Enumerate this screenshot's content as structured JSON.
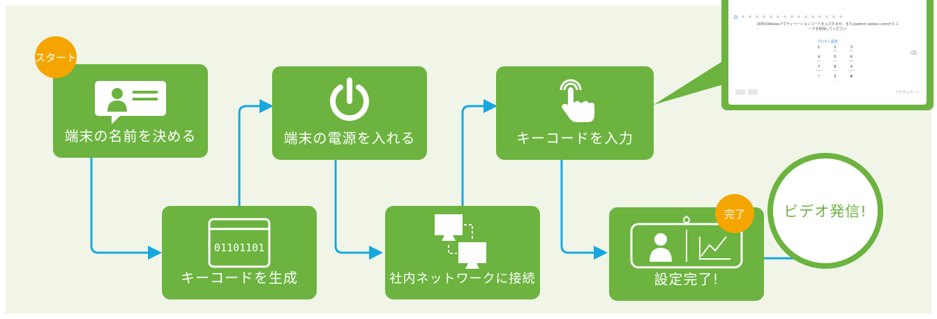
{
  "badges": {
    "start": "スタート",
    "done": "完了"
  },
  "steps": [
    {
      "label": "端末の名前を決める",
      "icon": "id-card-speech-bubble-icon"
    },
    {
      "label": "キーコードを生成",
      "icon": "code-window-icon",
      "code": "01101101"
    },
    {
      "label": "端末の電源を入れる",
      "icon": "power-icon"
    },
    {
      "label": "社内ネットワークに接続",
      "icon": "network-monitors-icon"
    },
    {
      "label": "キーコードを入力",
      "icon": "touch-hand-icon"
    },
    {
      "label": "設定完了!",
      "icon": "video-screen-icon"
    }
  ],
  "final": {
    "label": "ビデオ発信!"
  },
  "screen": {
    "instruction": "16桁のWebexアクティベーションコードを入力するか、またはadmin.webex.comからコードを取得してください",
    "link": "プロキシ設定",
    "keys": [
      {
        "num": "1",
        "sub": ""
      },
      {
        "num": "2",
        "sub": "ABC"
      },
      {
        "num": "3",
        "sub": "DEF"
      },
      {
        "num": "4",
        "sub": "GHI"
      },
      {
        "num": "5",
        "sub": "JKL"
      },
      {
        "num": "6",
        "sub": "MNO"
      },
      {
        "num": "7",
        "sub": "PQRS"
      },
      {
        "num": "8",
        "sub": "TUV"
      },
      {
        "num": "9",
        "sub": "WXYZ"
      },
      {
        "num": "*",
        "sub": ""
      },
      {
        "num": "0",
        "sub": "+"
      },
      {
        "num": "#",
        "sub": ""
      }
    ],
    "activate": "アクティベート"
  },
  "colors": {
    "green": "#6cb33f",
    "arrow": "#17a7e0",
    "badge": "#f5a500",
    "panel": "#f0f5e8"
  }
}
